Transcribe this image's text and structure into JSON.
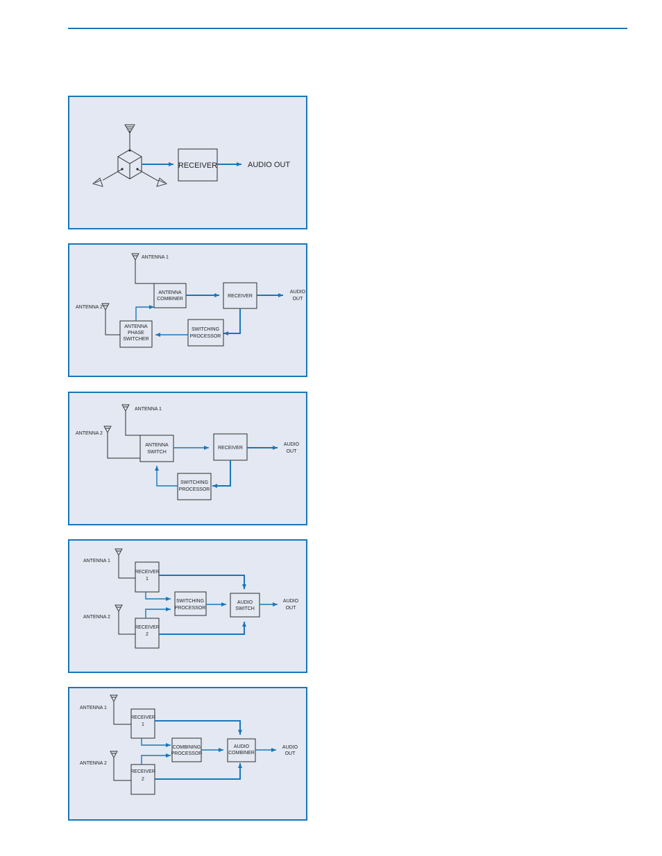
{
  "diagram1": {
    "receiver": "RECEIVER",
    "audio_out": "AUDIO OUT"
  },
  "diagram2": {
    "antenna1": "ANTENNA 1",
    "antenna2": "ANTENNA 2",
    "combiner": [
      "ANTENNA",
      "COMBINER"
    ],
    "receiver": "RECEIVER",
    "phase_switcher": [
      "ANTENNA",
      "PHASE",
      "SWITCHER"
    ],
    "switching_processor": [
      "SWITCHING",
      "PROCESSOR"
    ],
    "audio_out": [
      "AUDIO",
      "OUT"
    ]
  },
  "diagram3": {
    "antenna1": "ANTENNA 1",
    "antenna2": "ANTENNA 2",
    "antenna_switch": [
      "ANTENNA",
      "SWITCH"
    ],
    "receiver": "RECEIVER",
    "switching_processor": [
      "SWITCHING",
      "PROCESSOR"
    ],
    "audio_out": [
      "AUDIO",
      "OUT"
    ]
  },
  "diagram4": {
    "antenna1": "ANTENNA 1",
    "antenna2": "ANTENNA 2",
    "receiver1": [
      "RECEIVER",
      "1"
    ],
    "receiver2": [
      "RECEIVER",
      "2"
    ],
    "switching_processor": [
      "SWITCHING",
      "PROCESSOR"
    ],
    "audio_switch": [
      "AUDIO",
      "SWITCH"
    ],
    "audio_out": [
      "AUDIO",
      "OUT"
    ]
  },
  "diagram5": {
    "antenna1": "ANTENNA 1",
    "antenna2": "ANTENNA 2",
    "receiver1": [
      "RECEIVER",
      "1"
    ],
    "receiver2": [
      "RECEIVER",
      "2"
    ],
    "combining_processor": [
      "COMBINING",
      "PROCESSOR"
    ],
    "audio_combiner": [
      "AUDIO",
      "COMBINER"
    ],
    "audio_out": [
      "AUDIO",
      "OUT"
    ]
  }
}
